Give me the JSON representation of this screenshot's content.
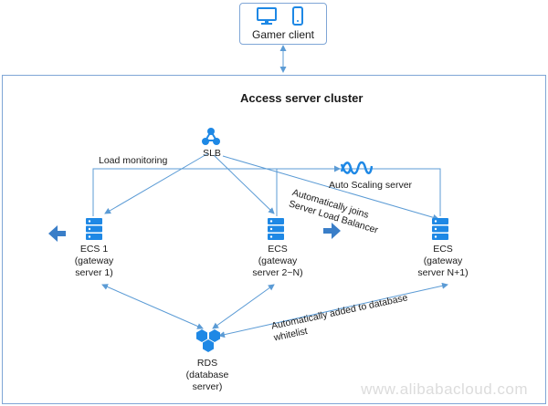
{
  "client": {
    "label": "Gamer client",
    "icons": [
      "desktop-icon",
      "phone-icon"
    ]
  },
  "cluster": {
    "title": "Access server cluster"
  },
  "slb": {
    "label": "SLB",
    "icon": "slb-icon"
  },
  "load_monitoring": "Load monitoring",
  "auto_scaling": {
    "label": "Auto Scaling server",
    "icon": "auto-scaling-icon"
  },
  "joins_label": {
    "line1": "Automatically joins",
    "line2": "Server Load Balancer"
  },
  "ecs1": {
    "line1": "ECS 1",
    "line2": "(gateway",
    "line3": "server 1)"
  },
  "ecs2": {
    "line1": "ECS",
    "line2": "(gateway",
    "line3": "server 2~N)"
  },
  "ecs3": {
    "line1": "ECS",
    "line2": "(gateway",
    "line3": "server N+1)"
  },
  "whitelist_label": {
    "line1": "Automatically added to database",
    "line2": "whitelist"
  },
  "rds": {
    "line1": "RDS",
    "line2": "(database",
    "line3": "server)",
    "icon": "rds-icon"
  },
  "watermark": "www.alibabacloud.com",
  "colors": {
    "line": "#5b9bd5",
    "icon": "#1e88e5",
    "border": "#7fa6d6"
  }
}
